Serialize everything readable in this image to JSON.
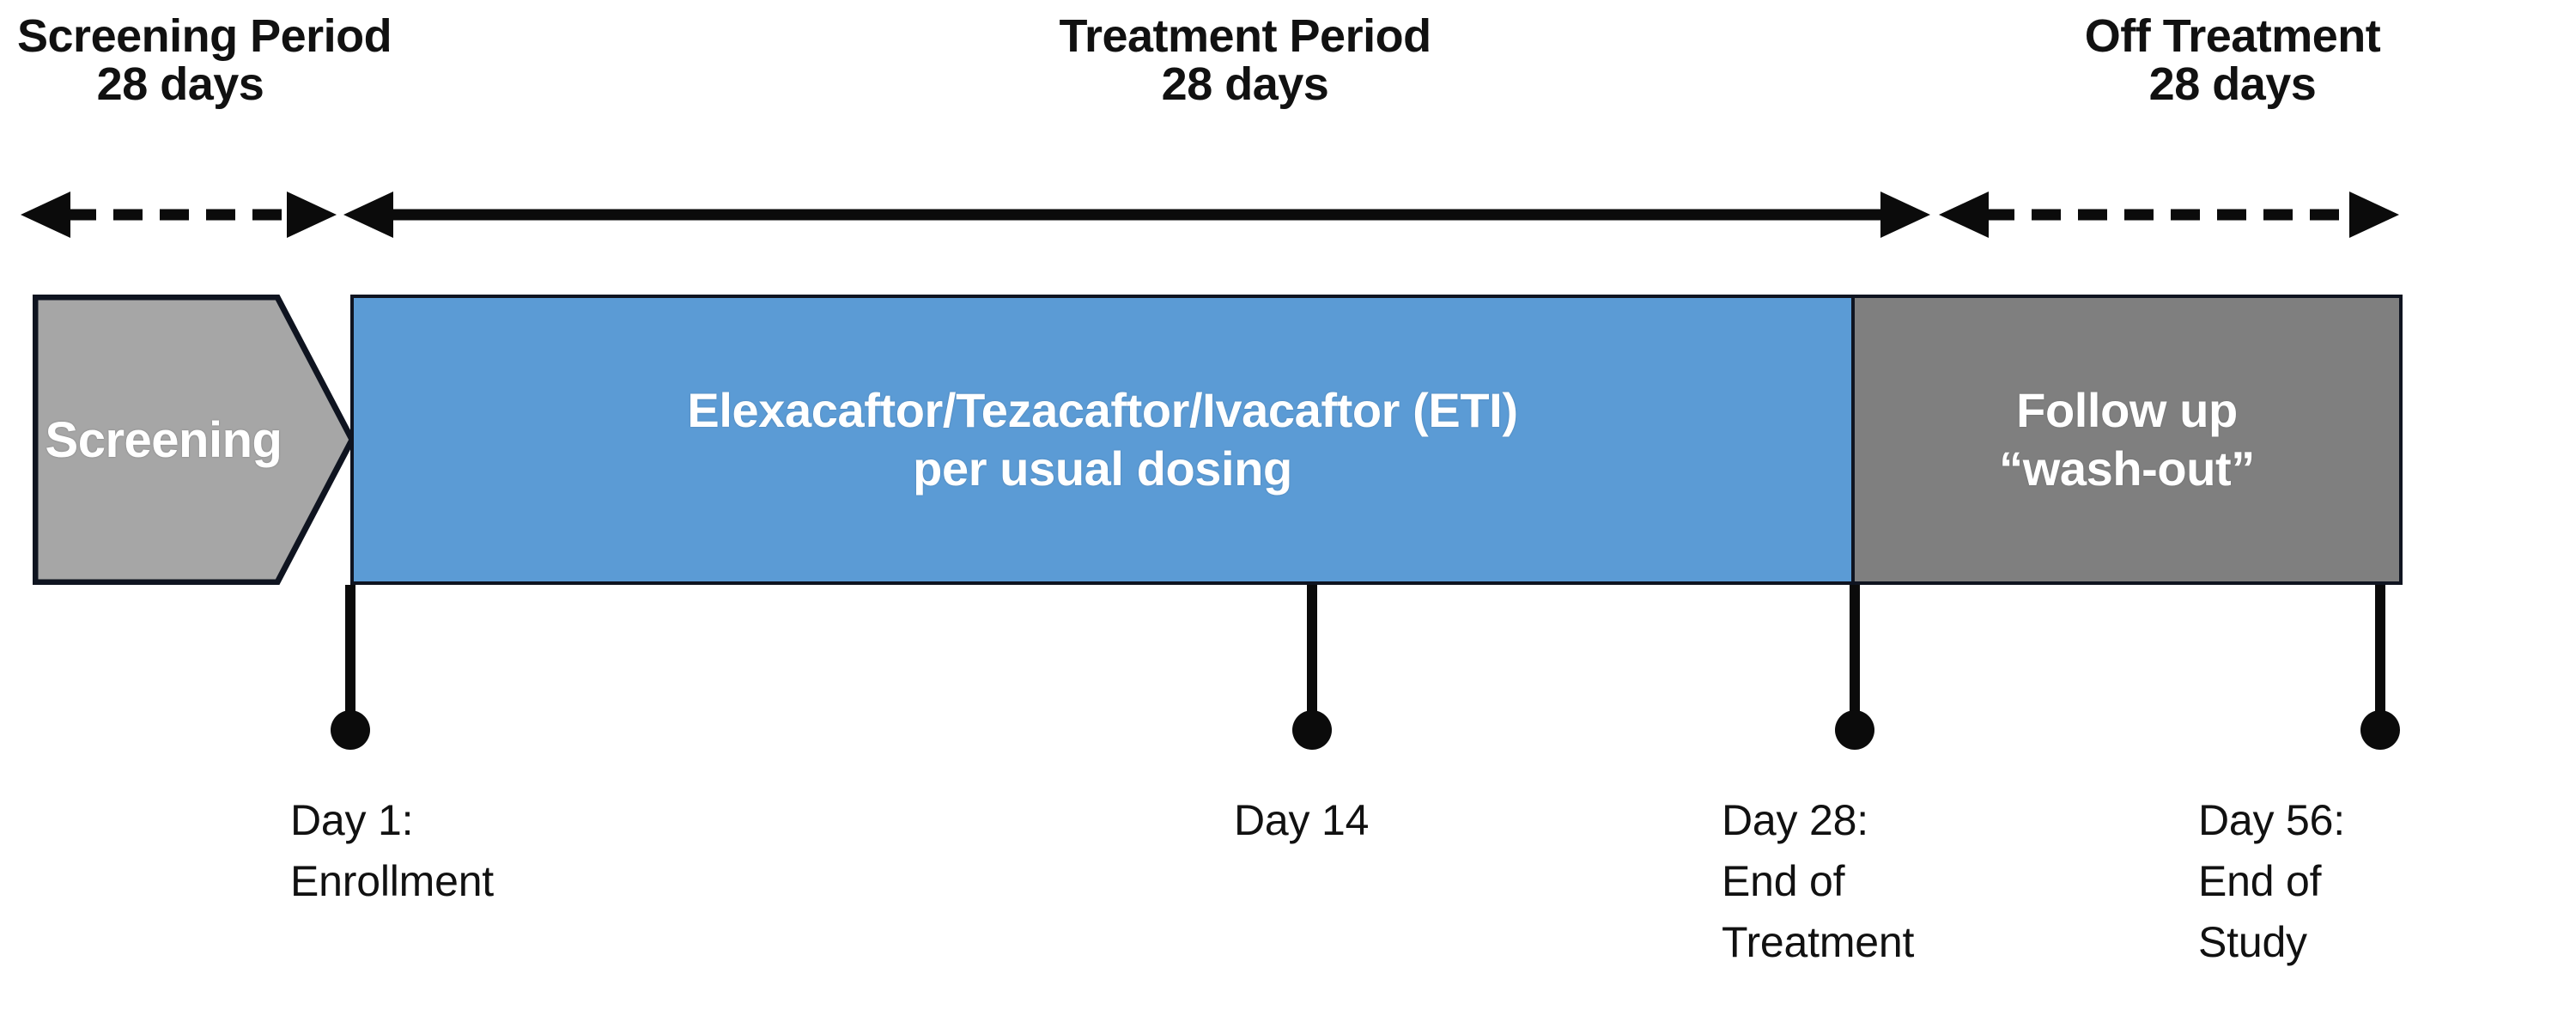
{
  "diagram": {
    "title": "Clinical trial study design timeline",
    "periods": [
      {
        "id": "screening",
        "name": "Screening Period",
        "duration": "28 days",
        "arrow_style": "dashed",
        "arrow_heads": "both"
      },
      {
        "id": "treatment",
        "name": "Treatment Period",
        "duration": "28 days",
        "arrow_style": "solid",
        "arrow_heads": "both"
      },
      {
        "id": "off_treatment",
        "name": "Off Treatment",
        "duration": "28 days",
        "arrow_style": "dashed",
        "arrow_heads": "both"
      }
    ],
    "phases": [
      {
        "id": "screening",
        "shape": "chevron",
        "line1": "Screening",
        "line2": "",
        "fill": "#a6a6a6",
        "text_color": "#ffffff"
      },
      {
        "id": "treatment",
        "shape": "rectangle",
        "line1": "Elexacaftor/Tezacaftor/Ivacaftor (ETI)",
        "line2": "per usual  dosing",
        "fill": "#5b9bd5",
        "text_color": "#ffffff"
      },
      {
        "id": "followup",
        "shape": "rectangle",
        "line1": "Follow up",
        "line2": "“wash-out”",
        "fill": "#7f7f7f",
        "text_color": "#ffffff"
      }
    ],
    "milestones": [
      {
        "id": "day1",
        "line1": "Day 1:",
        "line2": "Enrollment",
        "line3": ""
      },
      {
        "id": "day14",
        "line1": "Day 14",
        "line2": "",
        "line3": ""
      },
      {
        "id": "day28",
        "line1": "Day 28:",
        "line2": "End of",
        "line3": "Treatment"
      },
      {
        "id": "day56",
        "line1": "Day 56:",
        "line2": "End of",
        "line3": "Study"
      }
    ],
    "colors": {
      "screening_fill": "#a6a6a6",
      "treatment_fill": "#5b9bd5",
      "followup_fill": "#7f7f7f",
      "outline": "#0f1420",
      "text_dark": "#111111",
      "text_light": "#ffffff"
    }
  }
}
